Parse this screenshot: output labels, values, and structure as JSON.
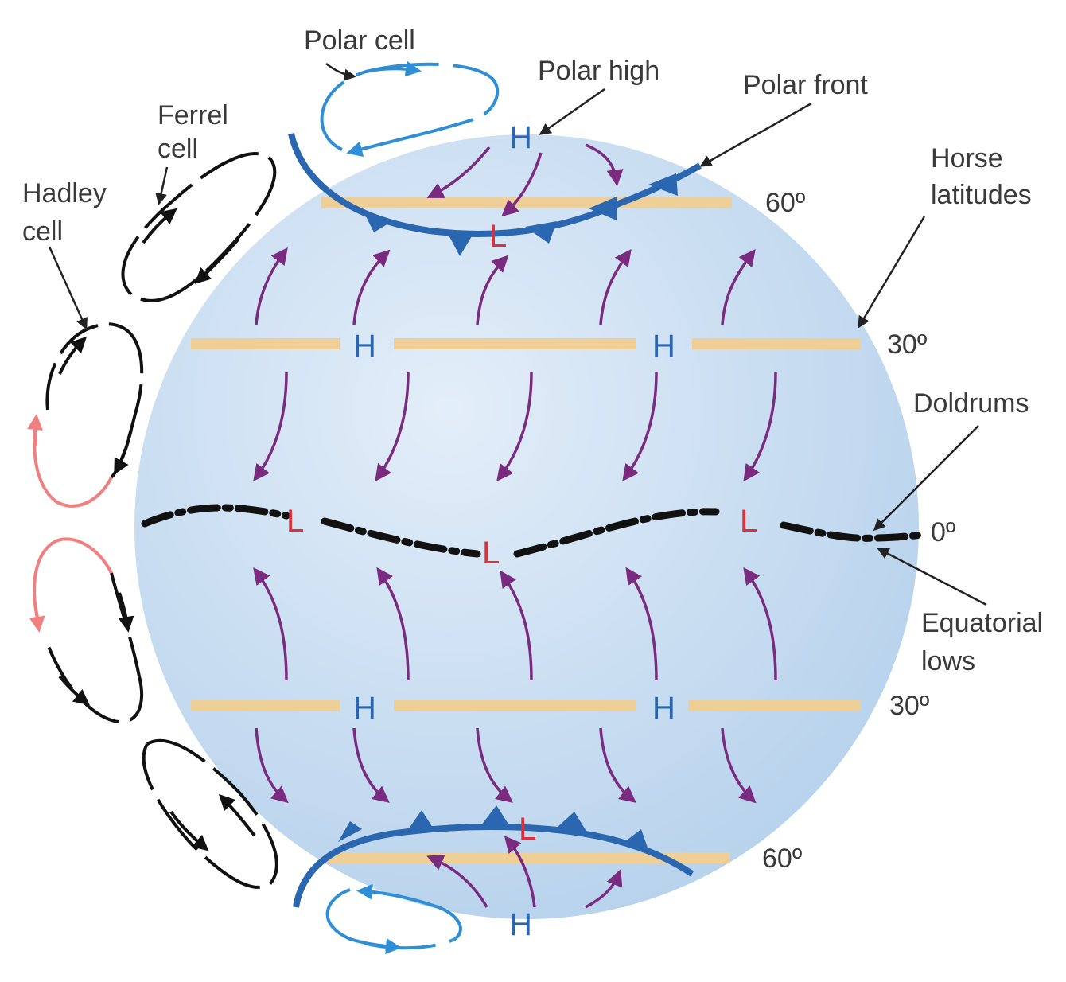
{
  "labels": {
    "polar_cell": "Polar cell",
    "polar_high": "Polar high",
    "polar_front": "Polar front",
    "ferrel_cell_line1": "Ferrel",
    "ferrel_cell_line2": "cell",
    "hadley_cell_line1": "Hadley",
    "hadley_cell_line2": "cell",
    "horse_latitudes_line1": "Horse",
    "horse_latitudes_line2": "latitudes",
    "doldrums": "Doldrums",
    "equatorial_lows_line1": "Equatorial",
    "equatorial_lows_line2": "lows"
  },
  "latitudes": {
    "north_60": "60º",
    "north_30": "30º",
    "equator": "0º",
    "south_30": "30º",
    "south_60": "60º"
  },
  "pressure": {
    "high": "H",
    "low": "L"
  },
  "colors": {
    "globe_center": "#e3eef9",
    "globe_edge": "#b7d2ec",
    "latitude_band": "#efcf98",
    "front": "#2b66b0",
    "high_text": "#2b66b0",
    "low_text": "#e0303a",
    "wind": "#7a2a7f",
    "polar_cell": "#2f8fd6",
    "hadley_warm": "#f08080",
    "cell_black": "#111111",
    "itcz": "#111111"
  }
}
